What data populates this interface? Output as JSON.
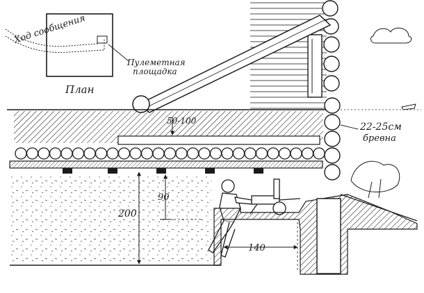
{
  "plan_inset": {
    "title": "План",
    "trench_label": "Ход сообщения",
    "platform_label_line1": "Пулеметная",
    "platform_label_line2": "площадка"
  },
  "dimensions": {
    "overburden": "50-100",
    "log_size_line1": "22-25см",
    "log_size_line2": "бревна",
    "embrasure_height": "90",
    "ceiling_height": "200",
    "floor_width": "140"
  },
  "colors": {
    "ink": "#1a1a1a",
    "paper": "#ffffff"
  }
}
